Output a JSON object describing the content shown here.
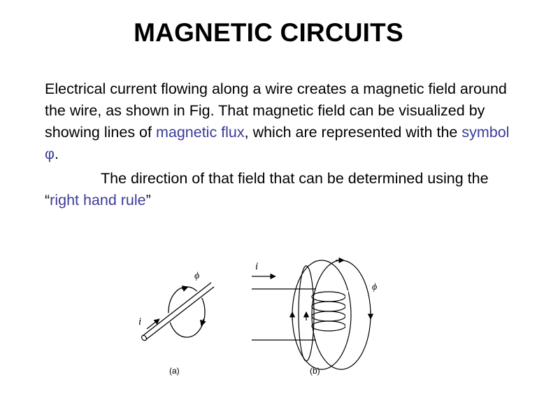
{
  "slide": {
    "title": "MAGNETIC CIRCUITS",
    "paragraph1": {
      "part1": " Electrical current flowing along a wire creates a magnetic field around the wire, as shown in Fig. That magnetic field can be visualized by showing lines of ",
      "link1": "magnetic flux",
      "part2": ", which are represented with the ",
      "link2": "symbol φ",
      "part3": "."
    },
    "paragraph2": {
      "part1": "The direction of that field that can be determined using the “",
      "link": "right hand rule",
      "part2": "”"
    }
  },
  "figure": {
    "a": {
      "current_label": "i",
      "flux_label": "ϕ",
      "caption": "(a)"
    },
    "b": {
      "current_label": "i",
      "flux_label": "ϕ",
      "caption": "(b)"
    }
  },
  "colors": {
    "link": "#3b3b9a",
    "text": "#000000"
  }
}
